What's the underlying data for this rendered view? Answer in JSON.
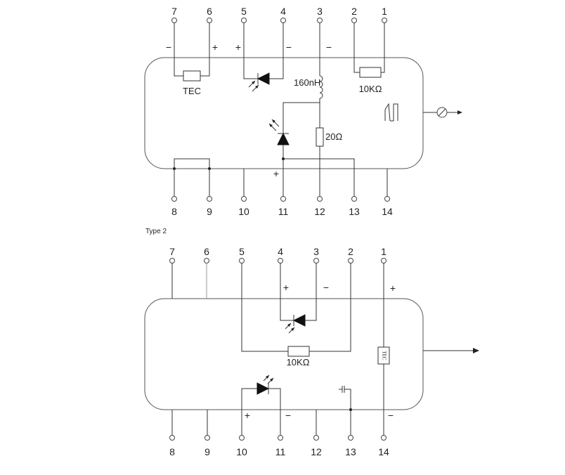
{
  "colors": {
    "line": "#333333",
    "body_stroke": "#555555",
    "background": "#ffffff"
  },
  "type1": {
    "top_pins": [
      "7",
      "6",
      "5",
      "4",
      "3",
      "2",
      "1"
    ],
    "bottom_pins": [
      "8",
      "9",
      "10",
      "11",
      "12",
      "13",
      "14"
    ],
    "signs": {
      "pin7": "−",
      "pin6": "+",
      "pin5": "+",
      "pin4": "−",
      "pin3": "−",
      "pin11": "+"
    },
    "tec_label": "TEC",
    "inductor_label": "160nH",
    "thermistor_label": "10KΩ",
    "resistor_label": "20Ω",
    "icons": [
      "laser-diode-icon",
      "photodiode-icon",
      "thermistor-icon",
      "inductor-icon",
      "isolator-icon",
      "fiber-output-icon",
      "fiber-connector-icon"
    ]
  },
  "type2": {
    "heading": "Type 2",
    "top_pins": [
      "7",
      "6",
      "5",
      "4",
      "3",
      "2",
      "1"
    ],
    "bottom_pins": [
      "8",
      "9",
      "10",
      "11",
      "12",
      "13",
      "14"
    ],
    "signs": {
      "pin4": "+",
      "pin3": "−",
      "pin1": "+",
      "pin10": "+",
      "pin11": "−",
      "pin14": "−"
    },
    "thermistor_label": "10KΩ",
    "tec_label": "TEC",
    "icons": [
      "laser-diode-icon",
      "photodiode-icon",
      "thermistor-icon",
      "capacitor-icon",
      "tec-icon",
      "fiber-output-icon"
    ]
  }
}
